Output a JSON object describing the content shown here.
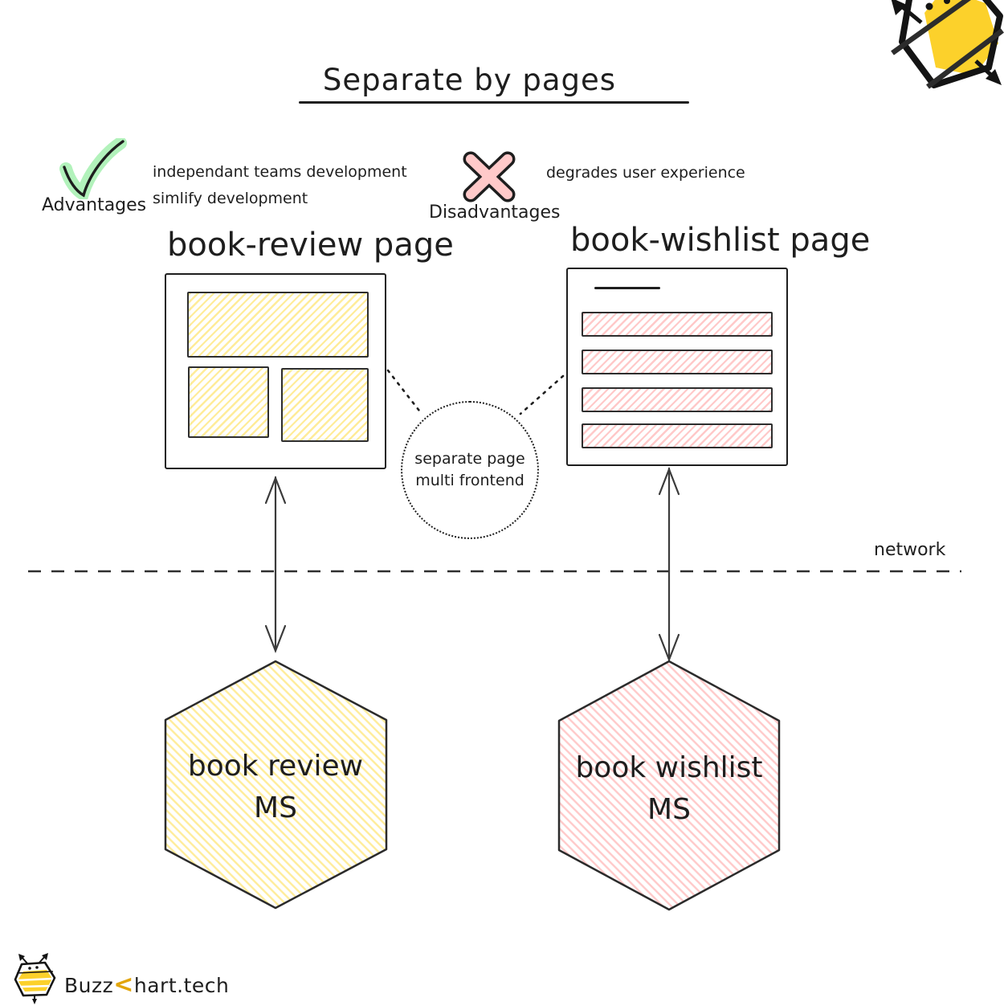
{
  "title": "Separate by pages",
  "advantages": {
    "label": "Advantages",
    "items": [
      "independant teams development",
      "simlify development"
    ]
  },
  "disadvantages": {
    "label": "Disadvantages",
    "items": [
      "degrades user experience"
    ]
  },
  "pages": {
    "review_title": "book-review page",
    "wishlist_title": "book-wishlist page"
  },
  "note": {
    "line1": "separate page",
    "line2": "multi frontend"
  },
  "network": {
    "label": "network"
  },
  "services": {
    "review": {
      "line1": "book review",
      "line2": "MS"
    },
    "wishlist": {
      "line1": "book wishlist",
      "line2": "MS"
    }
  },
  "brand": {
    "prefix": "Buzz",
    "chevron": "<",
    "suffix": "hart.tech"
  },
  "colors": {
    "ink": "#1e1e1e",
    "yellow_hatch": "#ffec99",
    "pink_hatch": "#ffc9c9",
    "check_green": "#b2f2bb",
    "cross_pink": "#ffc9c9",
    "bee_yellow": "#fcd12b",
    "chevron_gold": "#e2a50a"
  }
}
